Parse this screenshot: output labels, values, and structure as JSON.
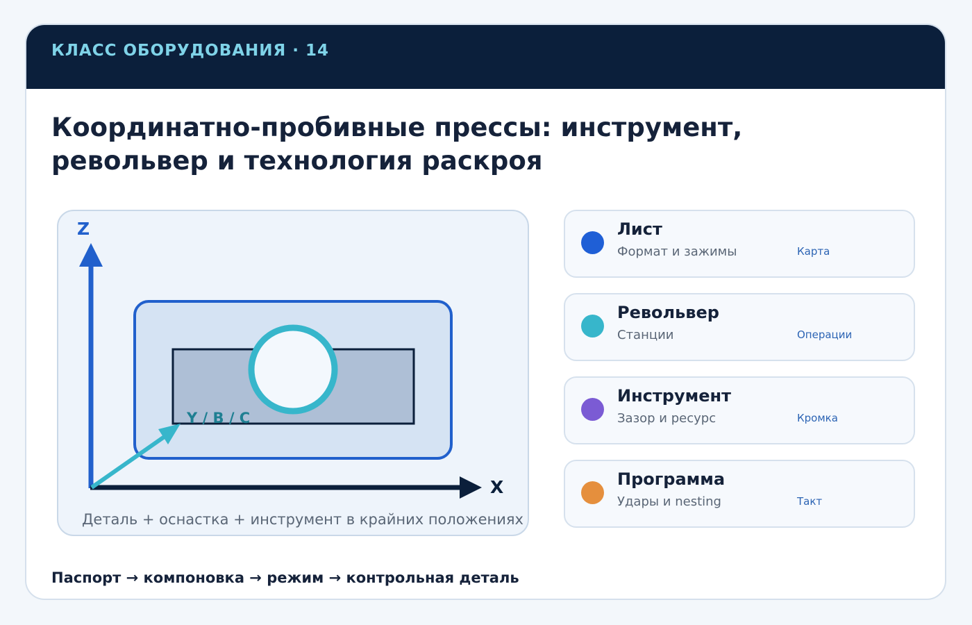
{
  "header": {
    "label": "КЛАСС ОБОРУДОВАНИЯ · 14"
  },
  "title": "Координатно-пробивные прессы: инструмент, револьвер и технология раскроя",
  "diagram": {
    "axis_z": "Z",
    "axis_x": "X",
    "axis_ybc": "Y / B / C",
    "caption": "Деталь + оснастка + инструмент в крайних положениях"
  },
  "items": [
    {
      "title": "Лист",
      "subtitle": "Формат и зажимы",
      "tag": "Карта",
      "color": "#1f5fd6"
    },
    {
      "title": "Револьвер",
      "subtitle": "Станции",
      "tag": "Операции",
      "color": "#37b6cb"
    },
    {
      "title": "Инструмент",
      "subtitle": "Зазор и ресурс",
      "tag": "Кромка",
      "color": "#7b5bd4"
    },
    {
      "title": "Программа",
      "subtitle": "Удары и nesting",
      "tag": "Такт",
      "color": "#e58f3d"
    }
  ],
  "footer": "Паспорт → компоновка → режим → контрольная деталь",
  "colors": {
    "header_bg": "#0b1f3b",
    "header_text": "#7fd3e8",
    "accent_blue": "#1f5fd6",
    "accent_teal": "#37b6cb",
    "dark_navy": "#0b1f3b"
  }
}
